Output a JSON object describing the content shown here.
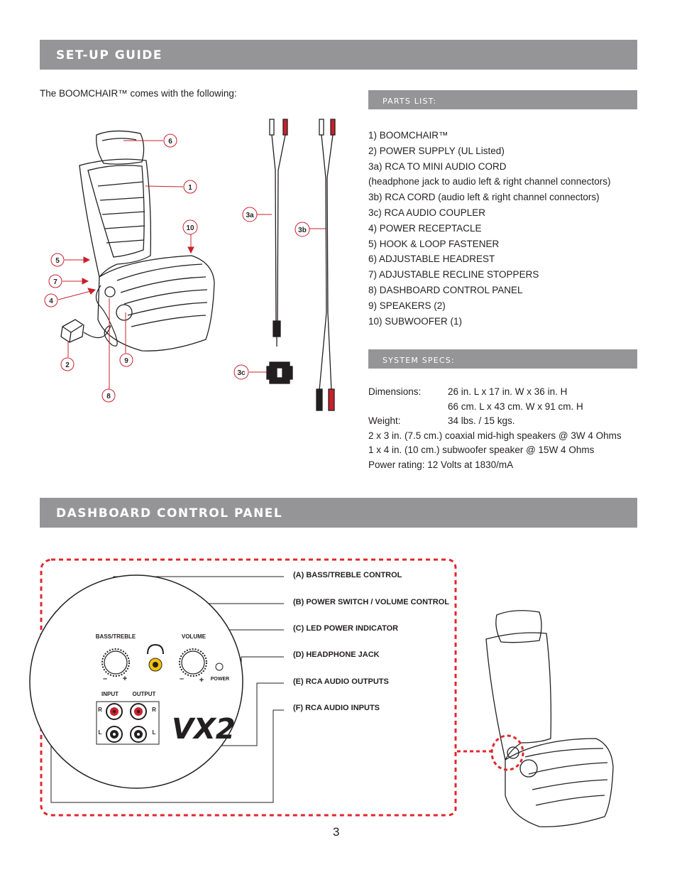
{
  "setup": {
    "banner": "SET-UP GUIDE",
    "intro": "The BOOMCHAIR™ comes with the following:"
  },
  "parts_list": {
    "heading": "PARTS LIST:",
    "items": [
      "1)   BOOMCHAIR™",
      "2)   POWER SUPPLY (UL Listed)",
      "3a) RCA TO MINI AUDIO CORD",
      "(headphone jack to audio left & right channel connectors)",
      "3b) RCA CORD  (audio left & right channel connectors)",
      "3c) RCA AUDIO COUPLER",
      "4)   POWER RECEPTACLE",
      "5)   HOOK & LOOP FASTENER",
      "6)   ADJUSTABLE HEADREST",
      "7)   ADJUSTABLE RECLINE STOPPERS",
      "8)   DASHBOARD CONTROL PANEL",
      "9)  SPEAKERS (2)",
      "10)  SUBWOOFER (1)"
    ]
  },
  "system_specs": {
    "heading": "SYSTEM SPECS:",
    "dimensions_label": "Dimensions:",
    "dimensions_in": "26 in. L x 17 in. W x 36 in. H",
    "dimensions_cm": "66 cm. L x 43 cm. W x 91 cm. H",
    "weight_label": "Weight:",
    "weight_value": "34 lbs. / 15 kgs.",
    "speakers": "2 x 3 in. (7.5 cm.) coaxial mid-high speakers @ 3W  4 Ohms",
    "subwoofer": "1 x 4 in. (10 cm.) subwoofer speaker @ 15W  4 Ohms",
    "power": "Power rating: 12 Volts at 1830/mA"
  },
  "callouts": {
    "n6": "6",
    "n1": "1",
    "n10": "10",
    "n5": "5",
    "n7": "7",
    "n4": "4",
    "n2": "2",
    "n9": "9",
    "n8": "8",
    "n3a": "3a",
    "n3b": "3b",
    "n3c": "3c"
  },
  "dashboard": {
    "banner": "DASHBOARD CONTROL PANEL",
    "labels": {
      "a": "(A)  BASS/TREBLE CONTROL",
      "b": "(B)  POWER SWITCH / VOLUME CONTROL",
      "c": "(C)  LED POWER INDICATOR",
      "d": "(D)  HEADPHONE JACK",
      "e": "(E)  RCA AUDIO OUTPUTS",
      "f": "(F)  RCA AUDIO INPUTS"
    },
    "panel": {
      "bass_treble": "BASS/TREBLE",
      "volume": "VOLUME",
      "power": "POWER",
      "input": "INPUT",
      "output": "OUTPUT",
      "minus": "–",
      "plus": "+",
      "r": "R",
      "l": "L",
      "logo": "VX2"
    }
  },
  "page_number": "3",
  "colors": {
    "banner": "#959597",
    "red_dash": "#e1272d",
    "rca_red": "#c8202c"
  }
}
